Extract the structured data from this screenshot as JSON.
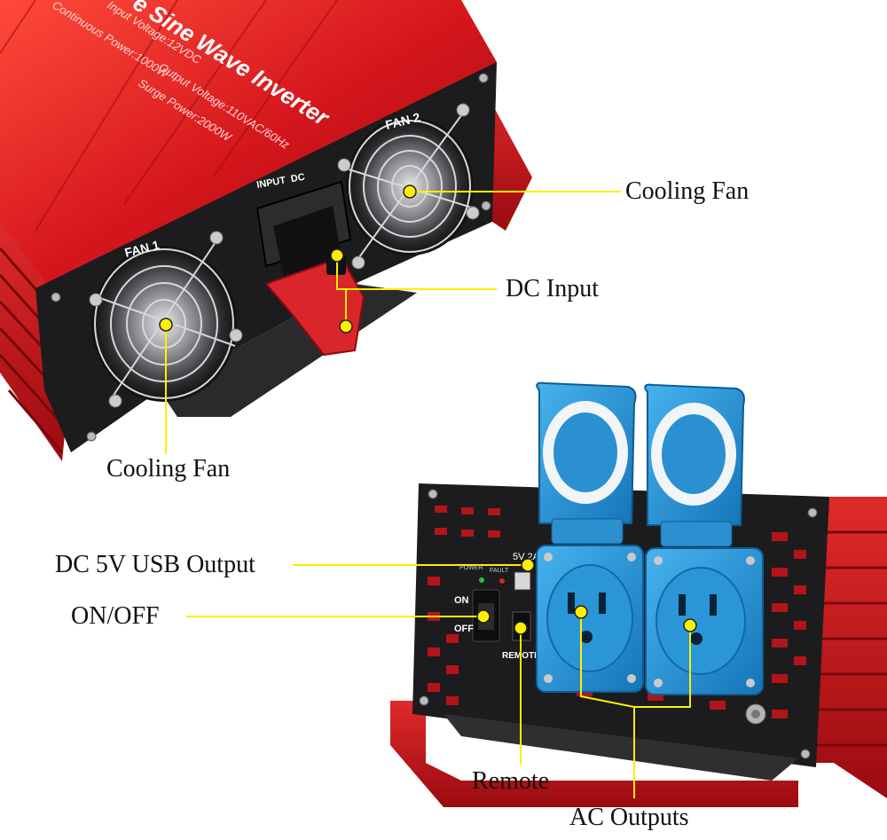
{
  "product": {
    "top_label": {
      "title": "e Sine Wave Inverter",
      "input_voltage": "Input Voltage:12VDC",
      "continuous_power": "Continuous Power:1000W",
      "output_voltage": "Output Voltage:110VAC/60Hz",
      "surge_power": "Surge Power:2000W"
    },
    "front_labels": {
      "fan1": "FAN 1",
      "fan2": "FAN 2",
      "input_dc": "INPUT  DC"
    },
    "rear_labels": {
      "usb": "5V 2AM",
      "power": "POWER",
      "fault": "FAULT",
      "on": "ON",
      "off": "OFF",
      "remote": "REMOTE"
    }
  },
  "callouts": {
    "cooling_fan_top": "Cooling Fan",
    "dc_input": "DC Input",
    "cooling_fan_bottom": "Cooling Fan",
    "usb_output": "DC 5V USB Output",
    "on_off": "ON/OFF",
    "remote": "Remote",
    "ac_outputs": "AC Outputs"
  },
  "colors": {
    "housing_red": "#d4161c",
    "panel_black": "#1c1c1e",
    "outlet_blue": "#1f8fd6",
    "marker_yellow": "#ffee00"
  }
}
